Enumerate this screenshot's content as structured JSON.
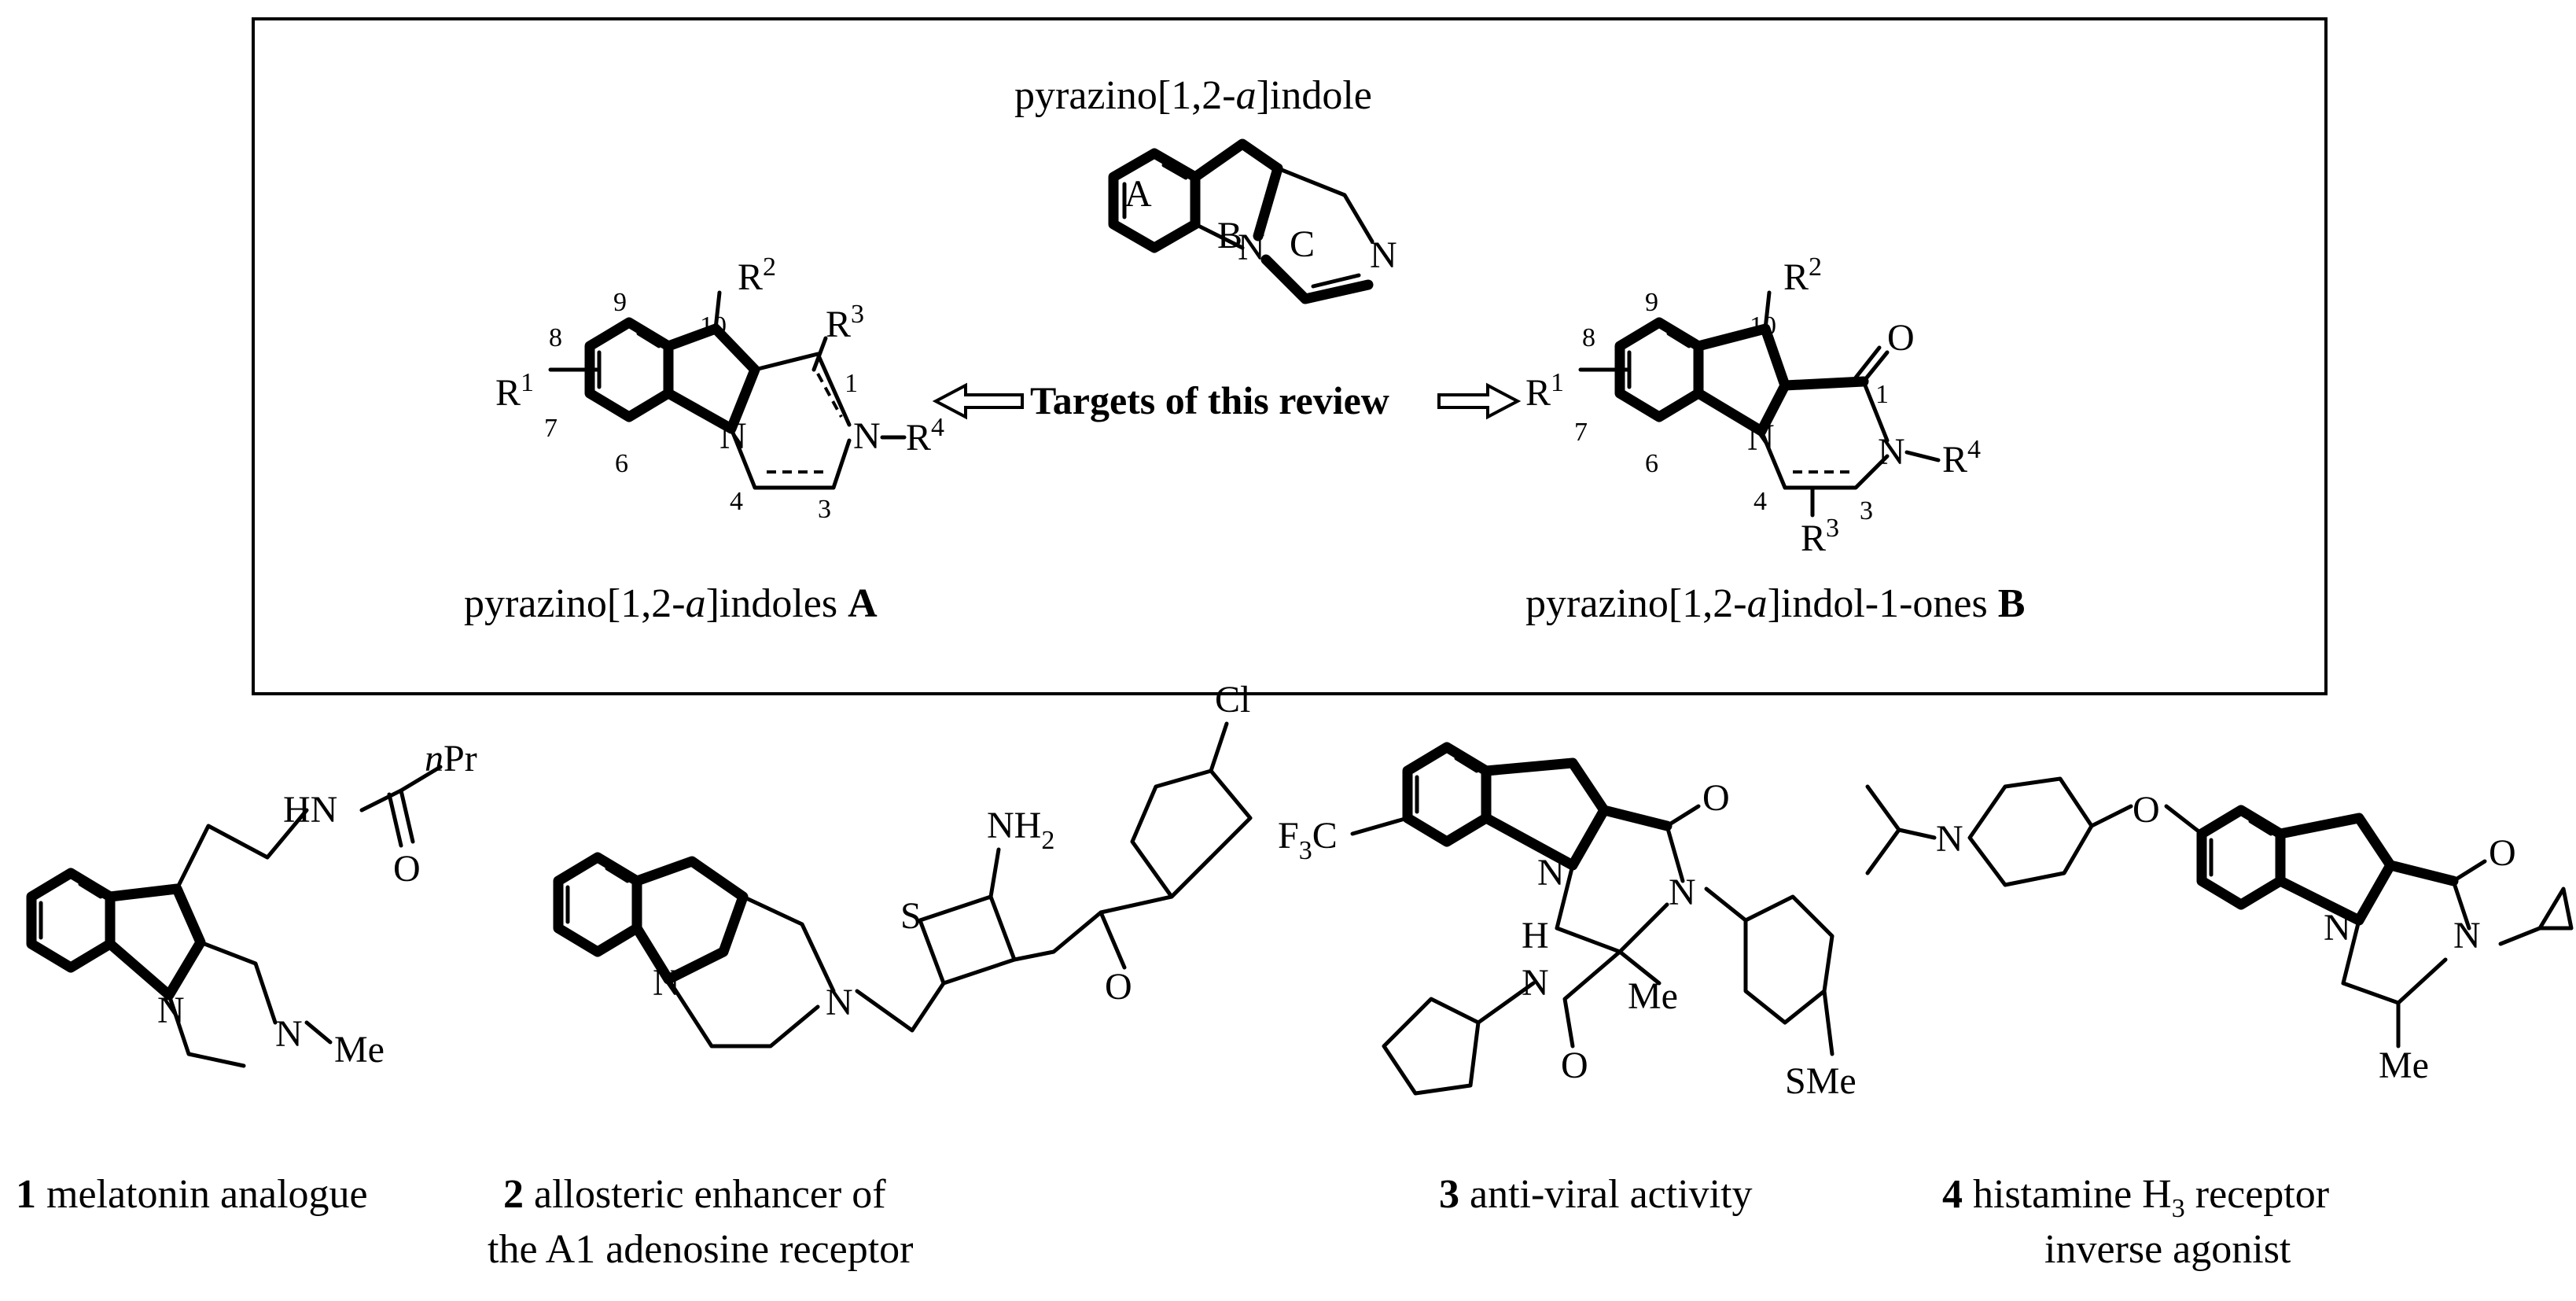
{
  "top_box": {
    "core_title": "pyrazino[1,2-a]indole",
    "core_title_parts": [
      "pyrazino[1,2-",
      "a",
      "]indole"
    ],
    "ring_labels": [
      "A",
      "B",
      "C"
    ],
    "core_atoms": [
      "N",
      "N"
    ],
    "targets_text": "Targets of this review",
    "structure_a": {
      "caption_parts": [
        "pyrazino[1,2-",
        "a",
        "]indoles ",
        "A"
      ],
      "substituents": [
        "R",
        "1",
        "R",
        "2",
        "R",
        "3",
        "R",
        "4"
      ],
      "positions": [
        "1",
        "3",
        "4",
        "6",
        "7",
        "8",
        "9",
        "10"
      ],
      "atoms": [
        "N",
        "N"
      ]
    },
    "structure_b": {
      "caption_parts": [
        "pyrazino[1,2-",
        "a",
        "]indol-1-ones ",
        "B"
      ],
      "substituents": [
        "R",
        "1",
        "R",
        "2",
        "R",
        "3",
        "R",
        "4"
      ],
      "positions": [
        "1",
        "3",
        "4",
        "6",
        "7",
        "8",
        "9",
        "10"
      ],
      "atoms": [
        "N",
        "N",
        "O"
      ]
    }
  },
  "compounds": [
    {
      "number": "1",
      "caption_line1": "melatonin analogue",
      "caption_line2": "",
      "labels": [
        "HN",
        "n",
        "Pr",
        "O",
        "N",
        "N",
        "Me"
      ]
    },
    {
      "number": "2",
      "caption_line1": "allosteric enhancer of",
      "caption_line2": "the A1 adenosine receptor",
      "labels": [
        "N",
        "N",
        "S",
        "NH",
        "2",
        "Cl",
        "O"
      ]
    },
    {
      "number": "3",
      "caption_line1": "anti-viral activity",
      "caption_line2": "",
      "labels": [
        "F",
        "3",
        "C",
        "N",
        "O",
        "N",
        "H",
        "N",
        "O",
        "Me",
        "SMe"
      ]
    },
    {
      "number": "4",
      "caption_line1": "histamine H",
      "caption_sub": "3",
      "caption_line1b": " receptor",
      "caption_line2": "inverse agonist",
      "labels": [
        "N",
        "O",
        "N",
        "O",
        "N",
        "Me"
      ]
    }
  ]
}
